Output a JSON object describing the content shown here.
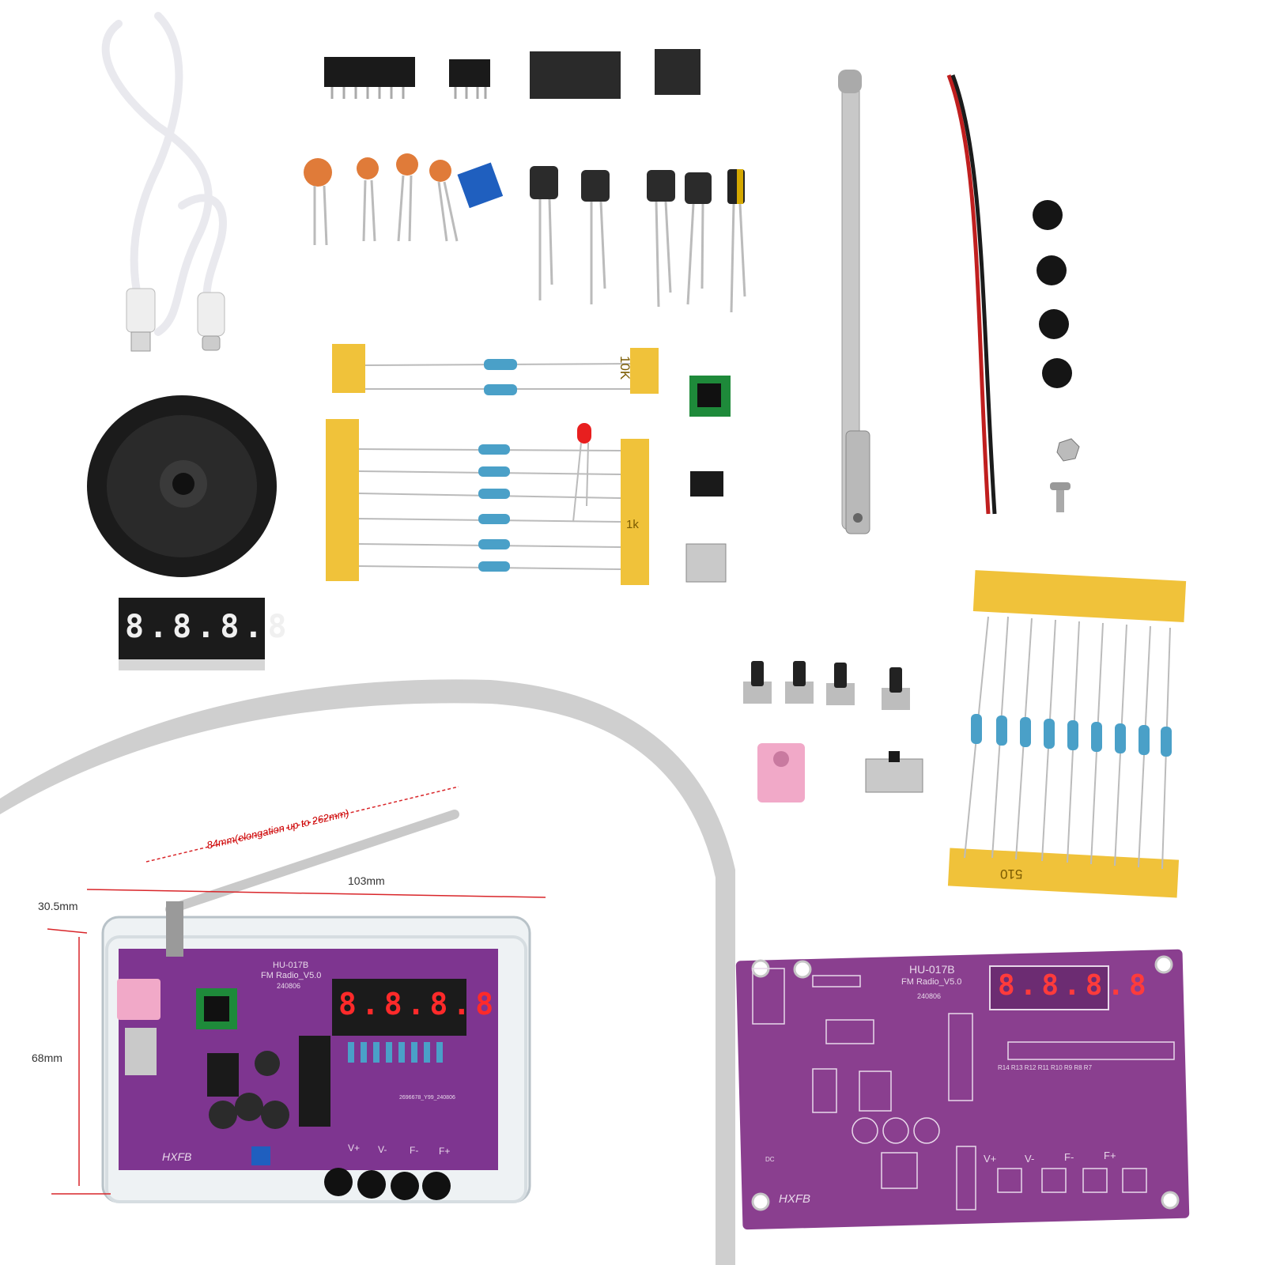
{
  "kit_labels": {
    "resistor_10k": "10K",
    "resistor_1k": "1k",
    "resistor_510": "510"
  },
  "dimensions": {
    "antenna": "84mm(elongation up to 262mm)",
    "width": "103mm",
    "depth": "30.5mm",
    "height": "68mm"
  },
  "assembled": {
    "board_label": "HU-017B",
    "board_sub": "FM Radio_V5.0",
    "board_date": "240806",
    "display": "8.8.8.8",
    "buttons": [
      "V+",
      "V-",
      "F-",
      "F+"
    ],
    "brand": "HXFB",
    "serial": "2696678_Y99_240806"
  },
  "pcb": {
    "title": "HU-017B",
    "subtitle": "FM Radio_V5.0",
    "date": "240806",
    "display": "8.8.8.8",
    "resistor_row": "R14 R13 R12 R11 R10 R9 R8 R7",
    "buttons": [
      "V+",
      "V-",
      "F-",
      "F+"
    ],
    "brand": "HXFB",
    "dc": "DC"
  },
  "colors": {
    "pcb": "#8a3f8f",
    "pcb_dark": "#6c2c72",
    "tape": "#f0c23a",
    "led_red": "#ff2a2a",
    "dimension_red": "#d9262a"
  }
}
